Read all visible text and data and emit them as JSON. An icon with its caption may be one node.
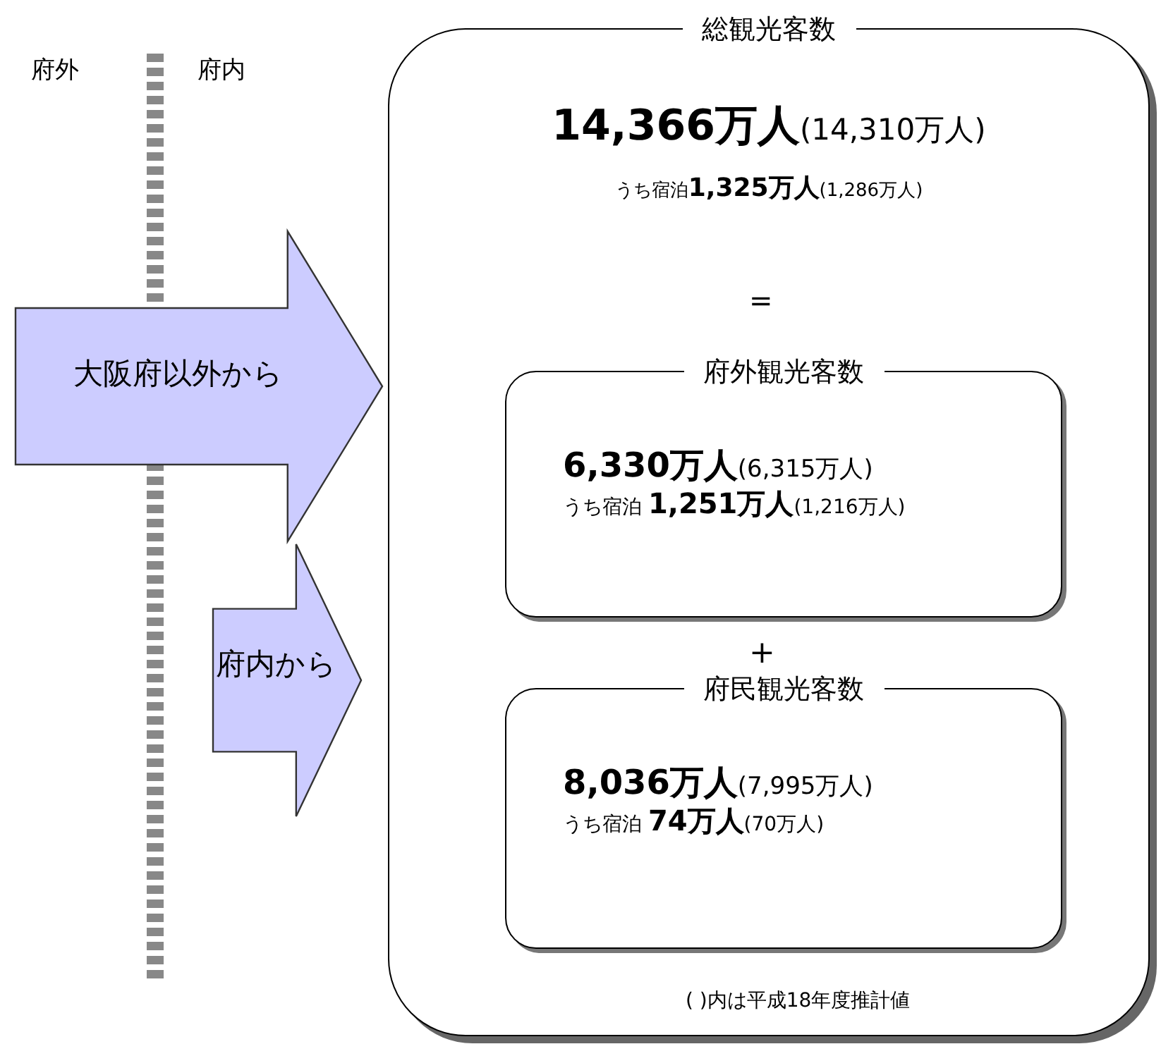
{
  "diagram": {
    "nodes": [
      {
        "text": [
          "総観光客数",
          "**14,366万人**(14,310万人)",
          "うち宿泊**1,325万人**(1,286万人)"
        ]
      },
      {
        "text": [
          "府外観光客数",
          "**6,330万人**(6,315万人)",
          "うち宿泊 **1,251万人**(1,216万人)"
        ],
        "in": 0
      },
      {
        "text": [
          "府民観光客数",
          "**8,036万人**(7,995万人)",
          "うち宿泊 **74万人**(70万人)"
        ],
        "in": 0
      },
      {
        "text": [
          "大阪府以外から"
        ]
      },
      {
        "text": [
          "府内から"
        ]
      }
    ],
    "labels": [
      "府外",
      "府内",
      "=",
      "+",
      "(  )内は平成18年度推計値"
    ]
  }
}
